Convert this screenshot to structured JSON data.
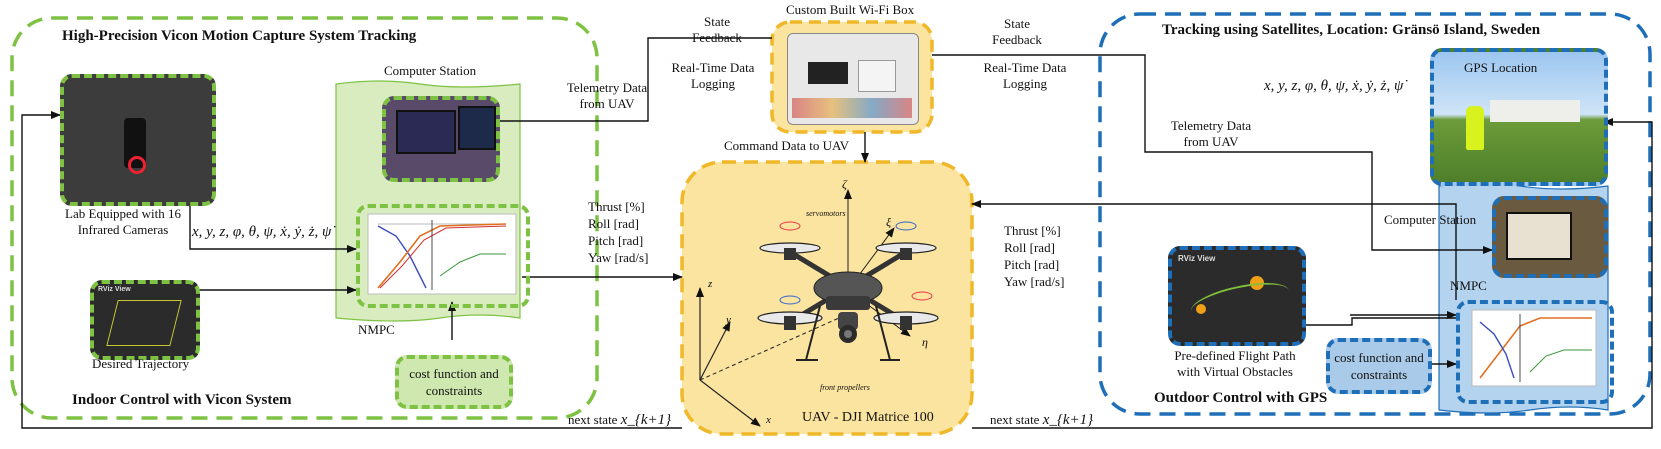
{
  "left": {
    "title_top": "High-Precision Vicon Motion Capture System Tracking",
    "title_bottom": "Indoor Control with Vicon System",
    "lab_caption": "Lab Equipped with 16 Infrared Cameras",
    "computer_station": "Computer Station",
    "state_vector": "x, y, z, φ, θ, ψ, ẋ, ẏ, ż, ψ̇",
    "nmpc": "NMPC",
    "desired_trajectory": "Desired Trajectory",
    "rviz_label": "RViz View",
    "cost_function": "cost function and constraints"
  },
  "center": {
    "wifi_box": "Custom Built Wi-Fi Box",
    "state_feedback_left": "State Feedback",
    "state_feedback_right": "State Feedback",
    "realtime_left": "Real-Time Data Logging",
    "realtime_right": "Real-Time Data Logging",
    "telemetry_left": "Telemetry Data from UAV",
    "command_data": "Command Data to UAV",
    "uav_label": "UAV - DJI Matrice 100",
    "controls_left": [
      "Thrust [%]",
      "Roll [rad]",
      "Pitch [rad]",
      "Yaw [rad/s]"
    ],
    "controls_right": [
      "Thrust [%]",
      "Roll [rad]",
      "Pitch [rad]",
      "Yaw [rad/s]"
    ],
    "next_state_left": "next state",
    "next_state_right": "next state",
    "next_state_symbol": "x_{k+1}",
    "axis_z": "z",
    "axis_y": "y",
    "axis_x": "x",
    "drone_zeta": "ζ",
    "drone_xi": "ξ",
    "drone_eta": "η",
    "servomotors": "servomotors",
    "front_propellers": "front propellers"
  },
  "right": {
    "title_top": "Tracking using Satellites, Location:  Gränsö Island, Sweden",
    "title_bottom": "Outdoor Control with GPS",
    "gps_location": "GPS Location",
    "state_vector": "x, y, z, φ, θ, ψ, ẋ, ẏ, ż, ψ̇",
    "telemetry": "Telemetry Data from UAV",
    "computer_station": "Computer Station",
    "nmpc": "NMPC",
    "flight_path": "Pre-defined Flight Path with Virtual Obstacles",
    "rviz_label": "RViz View",
    "cost_function": "cost function and constraints"
  },
  "colors": {
    "green": "#7dc242",
    "green_fill": "#cfe8b0",
    "blue": "#1f6fb8",
    "blue_fill": "#a9cbe9",
    "orange": "#f0b828",
    "orange_fill": "#f7e0a0"
  }
}
